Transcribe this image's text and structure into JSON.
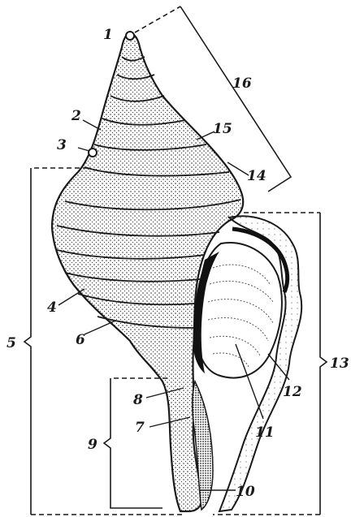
{
  "labels": {
    "l1": "1",
    "l2": "2",
    "l3": "3",
    "l4": "4",
    "l5": "5",
    "l6": "6",
    "l7": "7",
    "l8": "8",
    "l9": "9",
    "l10": "10",
    "l11": "11",
    "l12": "12",
    "l13": "13",
    "l14": "14",
    "l15": "15",
    "l16": "16"
  },
  "colors": {
    "ink": "#1a1a1a",
    "paper": "#ffffff"
  }
}
